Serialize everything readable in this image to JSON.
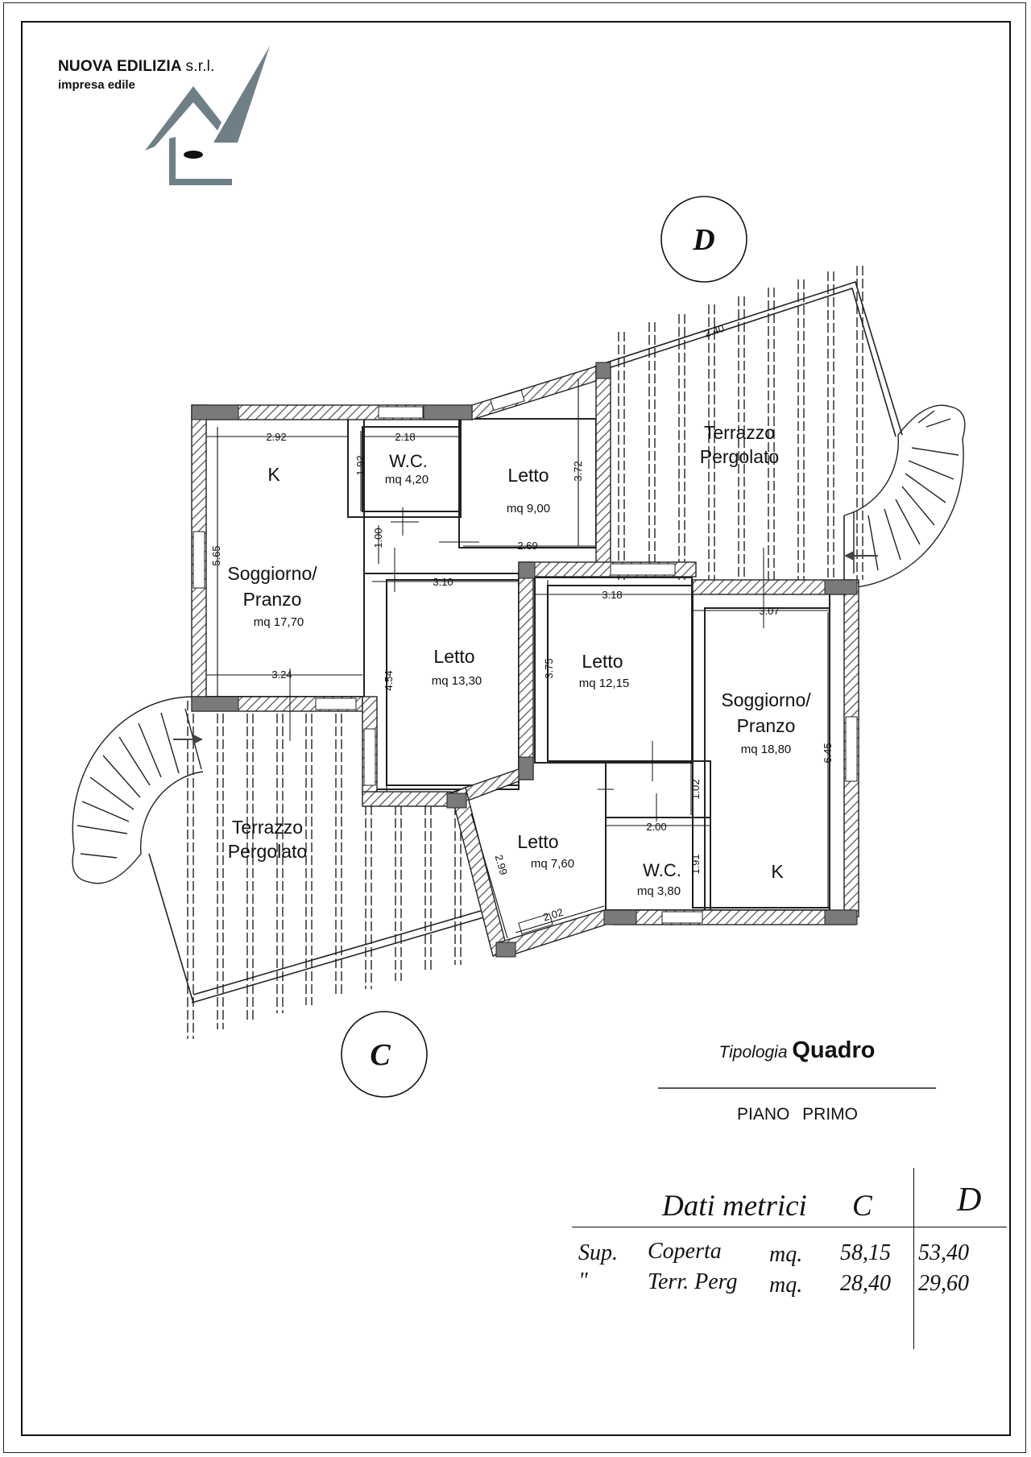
{
  "company": {
    "name": "NUOVA EDILIZIA",
    "suffix": "s.r.l.",
    "subtitle": "impresa edile"
  },
  "markers": {
    "d": "D",
    "c": "C"
  },
  "rooms": {
    "k_left": "K",
    "wc_top": "W.C.",
    "wc_top_area": "mq 4,20",
    "letto_top": "Letto",
    "letto_top_area": "mq 9,00",
    "terrazzo_right_1": "Terrazzo",
    "terrazzo_right_2": "Pergolato",
    "soggiorno_left_1": "Soggiorno/",
    "soggiorno_left_2": "Pranzo",
    "soggiorno_left_area": "mq 17,70",
    "letto_mid": "Letto",
    "letto_mid_area": "mq 13,30",
    "letto_center": "Letto",
    "letto_center_area": "mq 12,15",
    "soggiorno_right_1": "Soggiorno/",
    "soggiorno_right_2": "Pranzo",
    "soggiorno_right_area": "mq 18,80",
    "terrazzo_left_1": "Terrazzo",
    "terrazzo_left_2": "Pergolato",
    "letto_small": "Letto",
    "letto_small_area": "mq 7,60",
    "wc_bottom": "W.C.",
    "wc_bottom_area": "mq 3,80",
    "k_right": "K"
  },
  "dimensions": {
    "d_292": "2.92",
    "d_218": "2.18",
    "d_192": "1.92",
    "d_372": "3.72",
    "d_100": "1.00",
    "d_269": "2.69",
    "d_565": "5.65",
    "d_310": "3.10",
    "d_318": "3.18",
    "d_307": "3.07",
    "d_324": "3.24",
    "d_454": "4.54",
    "d_375": "3.75",
    "d_645": "6.45",
    "d_102": "1.02",
    "d_200": "2.00",
    "d_191": "1.91",
    "d_299": "2.99",
    "d_202": "2.02",
    "d_240": "2.40"
  },
  "title": {
    "prefix": "Tipologia",
    "name": "Quadro",
    "floor": "PIANO PRIMO"
  },
  "metrics": {
    "heading": "Dati metrici",
    "col_c": "C",
    "col_d": "D",
    "rows": [
      {
        "label": "Sup.",
        "desc": "Coperta",
        "unit": "mq.",
        "c": "58,15",
        "d": "53,40"
      },
      {
        "label": "\"",
        "desc": "Terr. Perg",
        "unit": "mq.",
        "c": "28,40",
        "d": "29,60"
      }
    ]
  },
  "colors": {
    "wall": "#7a7a7a",
    "hatch": "#555555",
    "logo": "#6f7f86"
  }
}
